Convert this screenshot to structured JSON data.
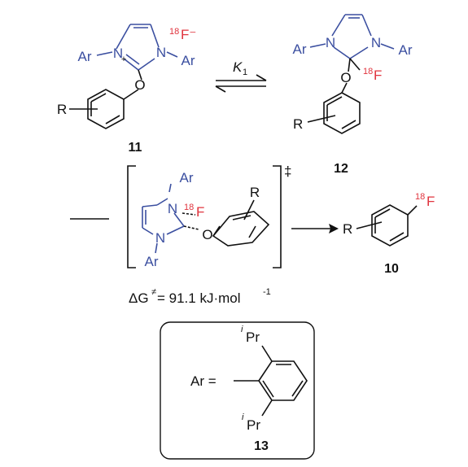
{
  "colors": {
    "ring_nitrogen": "#3b4fa0",
    "fluorine_18": "#e0343e",
    "default": "#111111"
  },
  "labels": {
    "ar": "Ar",
    "n": "N",
    "o": "O",
    "r": "R",
    "f": "F",
    "f_minus": "F⁻",
    "plus": "+",
    "isotope": "18",
    "k1": "K",
    "k1_sub": "1",
    "dagger": "‡",
    "ipr_sup": "i",
    "ipr": "Pr",
    "ar_equals": "Ar  ="
  },
  "compounds": {
    "c11": "11",
    "c12": "12",
    "c10": "10",
    "c13": "13"
  },
  "energy": {
    "prefix": "ΔG",
    "sup": "≠",
    "value": " = 91.1 kJ·mol",
    "exp": "-1"
  }
}
